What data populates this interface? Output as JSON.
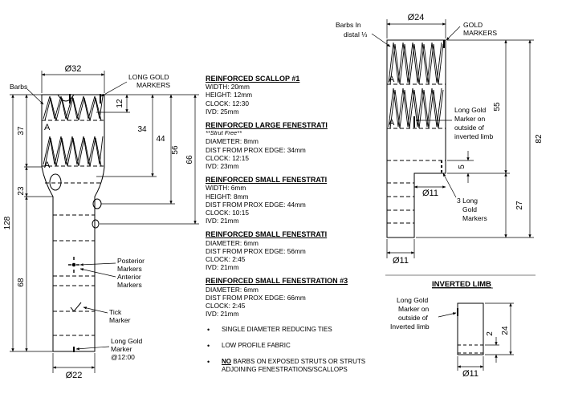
{
  "left_view": {
    "top_diameter": "Ø32",
    "bottom_diameter": "Ø22",
    "barbs_label": "Barbs",
    "long_gold_markers": [
      "LONG GOLD",
      "MARKERS"
    ],
    "dim_12": "12",
    "dim_34": "34",
    "dim_44": "44",
    "dim_56": "56",
    "dim_66": "66",
    "dim_37": "37",
    "dim_23": "23",
    "dim_128": "128",
    "dim_68": "68",
    "posterior_markers": [
      "Posterior",
      "Markers"
    ],
    "anterior_markers": [
      "Anterior",
      "Markers"
    ],
    "tick_marker": [
      "Tick",
      "Marker"
    ],
    "long_gold_1200": [
      "Long Gold",
      "Marker",
      "@12:00"
    ],
    "stent_letter": "A"
  },
  "notes": [
    {
      "title": "REINFORCED SCALLOP #1",
      "sub": "",
      "lines": [
        "WIDTH: 20mm",
        "HEIGHT: 12mm",
        "CLOCK: 12:30",
        "IVD: 25mm"
      ]
    },
    {
      "title": "REINFORCED LARGE FENESTRATI",
      "sub": "**Strut Free**",
      "lines": [
        "DIAMETER: 8mm",
        "DIST FROM PROX EDGE: 34mm",
        "CLOCK: 12:15",
        "IVD: 23mm"
      ]
    },
    {
      "title": "REINFORCED SMALL FENESTRATI",
      "sub": "",
      "lines": [
        "WIDTH: 6mm",
        "HEIGHT: 8mm",
        "DIST FROM PROX EDGE: 44mm",
        "CLOCK: 10:15",
        "IVD: 21mm"
      ]
    },
    {
      "title": "REINFORCED SMALL FENESTRATI",
      "sub": "",
      "lines": [
        "DIAMETER: 6mm",
        "DIST FROM PROX EDGE: 56mm",
        "CLOCK: 2:45",
        "IVD: 21mm"
      ]
    },
    {
      "title": "REINFORCED SMALL FENESTRATION #3",
      "sub": "",
      "lines": [
        "DIAMETER: 6mm",
        "DIST FROM PROX EDGE: 66mm",
        "CLOCK: 2:45",
        "IVD: 21mm"
      ]
    }
  ],
  "bullets": {
    "b1": "SINGLE DIAMETER REDUCING TIES",
    "b2": "LOW PROFILE FABRIC",
    "b3_no": "NO",
    "b3_rest": " BARBS ON EXPOSED STRUTS OR STRUTS ADJOINING FENESTRATIONS/SCALLOPS"
  },
  "right_view": {
    "top_diameter": "Ø24",
    "barbs_in_distal": [
      "Barbs In",
      "distal ⅓"
    ],
    "gold_markers": [
      "GOLD",
      "MARKERS"
    ],
    "long_gold_inverted": [
      "Long Gold",
      "Marker on",
      "outside of",
      "inverted limb"
    ],
    "dim_55": "55",
    "dim_82": "82",
    "dim_5": "5",
    "dim_27": "27",
    "mid_diameter": "Ø11",
    "bottom_diameter": "Ø11",
    "three_long_gold": [
      "3 Long",
      "Gold",
      "Markers"
    ],
    "stent_letter": "A"
  },
  "inverted_limb": {
    "title": "INVERTED LIMB",
    "marker_label": [
      "Long Gold",
      "Marker on",
      "outside of",
      "Inverted limb"
    ],
    "dim_2": "2",
    "dim_24": "24",
    "bottom_diameter": "Ø11"
  }
}
